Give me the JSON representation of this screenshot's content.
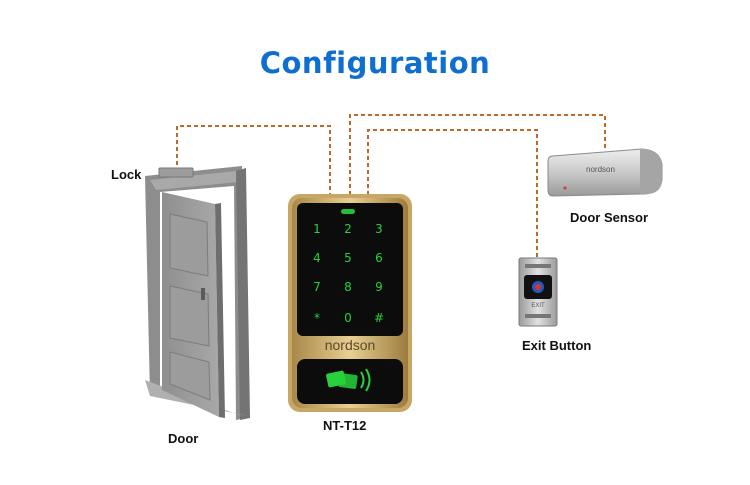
{
  "title": "Configuration",
  "labels": {
    "lock": "Lock",
    "door": "Door",
    "keypad": "NT-T12",
    "door_sensor": "Door Sensor",
    "exit_button": "Exit Button"
  },
  "keypad": {
    "keys": [
      "1",
      "2",
      "3",
      "4",
      "5",
      "6",
      "7",
      "8",
      "9",
      "*",
      "0",
      "#"
    ],
    "brand": "nordson"
  },
  "sensor": {
    "brand": "nordson"
  },
  "exit_button_device": {
    "caption": "EXIT"
  },
  "colors": {
    "title": "#0f6fd0",
    "wire": "#c0672a",
    "key_glow": "#27d23c",
    "frame_gold": "#c8a765"
  }
}
